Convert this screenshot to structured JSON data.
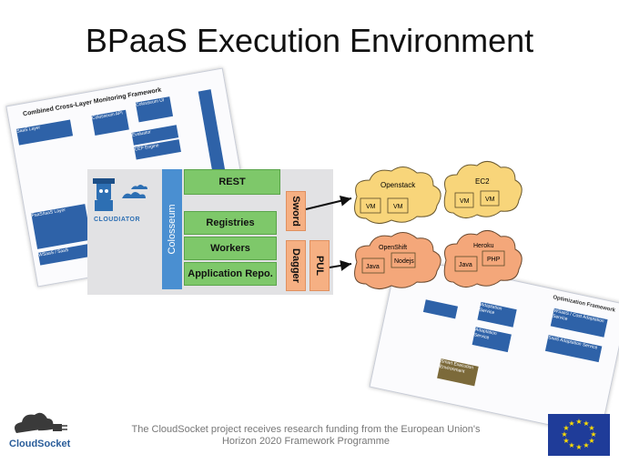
{
  "title": "BPaaS Execution Environment",
  "left_doc": {
    "heading": "Combined Cross-Layer Monitoring Framework",
    "blocks": [
      "SaaS Layer",
      "Colosseum API",
      "Colosseum UI",
      "Evaluator",
      "CEP Engine",
      "PaaS/IaaS Layer",
      "WSaaS / SaaS"
    ]
  },
  "right_doc": {
    "heading": "Optimization Framework",
    "blocks": [
      "WSaaS / Cost Adaptation Service",
      "SaaS Adaptation Service",
      "Adaptation Service",
      "Adaptation Service",
      "Smart Execution Environment"
    ]
  },
  "architecture": {
    "logo": "CLOUDIATOR",
    "colosseum": "Colosseum",
    "rest": "REST",
    "registries": "Registries",
    "workers": "Workers",
    "application_repo": "Application Repo.",
    "sword": "Sword",
    "dagger": "Dagger",
    "pul": "PUL"
  },
  "clouds": [
    {
      "name": "Openstack",
      "items": [
        "VM",
        "VM"
      ]
    },
    {
      "name": "EC2",
      "items": [
        "VM",
        "VM"
      ]
    },
    {
      "name": "OpenShift",
      "items": [
        "Java",
        "Nodejs"
      ]
    },
    {
      "name": "Heroku",
      "items": [
        "Java",
        "PHP"
      ]
    }
  ],
  "footer": {
    "line1": "The CloudSocket project receives research funding from the European Union's",
    "line2": "Horizon 2020 Framework Programme"
  },
  "brand": "CloudSocket",
  "colors": {
    "blue": "#4a8fd1",
    "green": "#7ec86a",
    "orange": "#f6b083",
    "cloud": "#f8d57a",
    "cloud_alt": "#f4a77a"
  }
}
